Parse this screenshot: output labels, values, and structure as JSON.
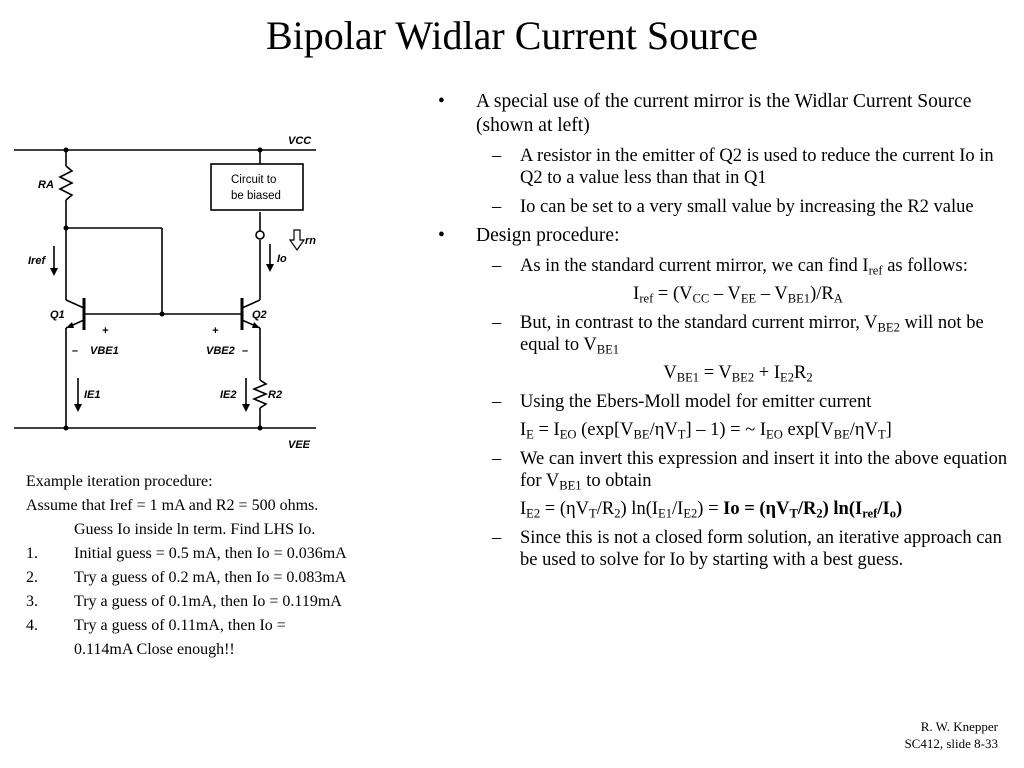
{
  "title": "Bipolar Widlar Current Source",
  "bullets": [
    {
      "text": "A special use of the current mirror is the Widlar Current Source (shown at left)",
      "subs": [
        "A resistor in the emitter of Q2 is used to reduce the current Io in Q2 to a value less than that in Q1",
        "Io can be set to a very small value by increasing the R2 value"
      ]
    },
    {
      "text": "Design procedure:",
      "subs": [
        "As in the standard current mirror, we can find I",
        "ref",
        "as follows:",
        "But, in contrast to the standard current mirror, V",
        "BE2",
        "will not be equal to V",
        "BE1",
        "Using the Ebers-Moll model for emitter current",
        "We can invert this expression and insert it into the above equation for V",
        "BE1",
        "to obtain",
        "Since this is not a closed form solution, an iterative approach can be used to solve for Io by starting with a best guess."
      ]
    }
  ],
  "bullet_marker": "•",
  "dash_marker": "–",
  "example": {
    "heading": "Example iteration procedure:",
    "assume": "Assume that Iref = 1 mA and R2 = 500 ohms.",
    "guess": "Guess Io inside ln term.  Find LHS Io.",
    "steps": [
      {
        "num": "1.",
        "text": "Initial guess = 0.5 mA, then Io = 0.036mA"
      },
      {
        "num": "2.",
        "text": "Try a guess of 0.2 mA, then Io = 0.083mA"
      },
      {
        "num": "3.",
        "text": "Try a guess of 0.1mA, then Io = 0.119mA"
      },
      {
        "num": "4.",
        "text": "Try a guess of 0.11mA, then Io =",
        "cont": "0.114mA  Close enough!!"
      }
    ]
  },
  "footer": {
    "author": "R. W. Knepper",
    "slide": "SC412, slide 8-33"
  },
  "circuit": {
    "vcc": "VCC",
    "vee": "VEE",
    "ra": "RA",
    "r2": "R2",
    "iref": "Iref",
    "io": "Io",
    "ie1": "IE1",
    "ie2": "IE2",
    "q1": "Q1",
    "q2": "Q2",
    "vbe1": "VBE1",
    "vbe2": "VBE2",
    "rn": "rn",
    "box_line1": "Circuit to",
    "box_line2": "be biased",
    "plus": "+",
    "minus": "–"
  }
}
